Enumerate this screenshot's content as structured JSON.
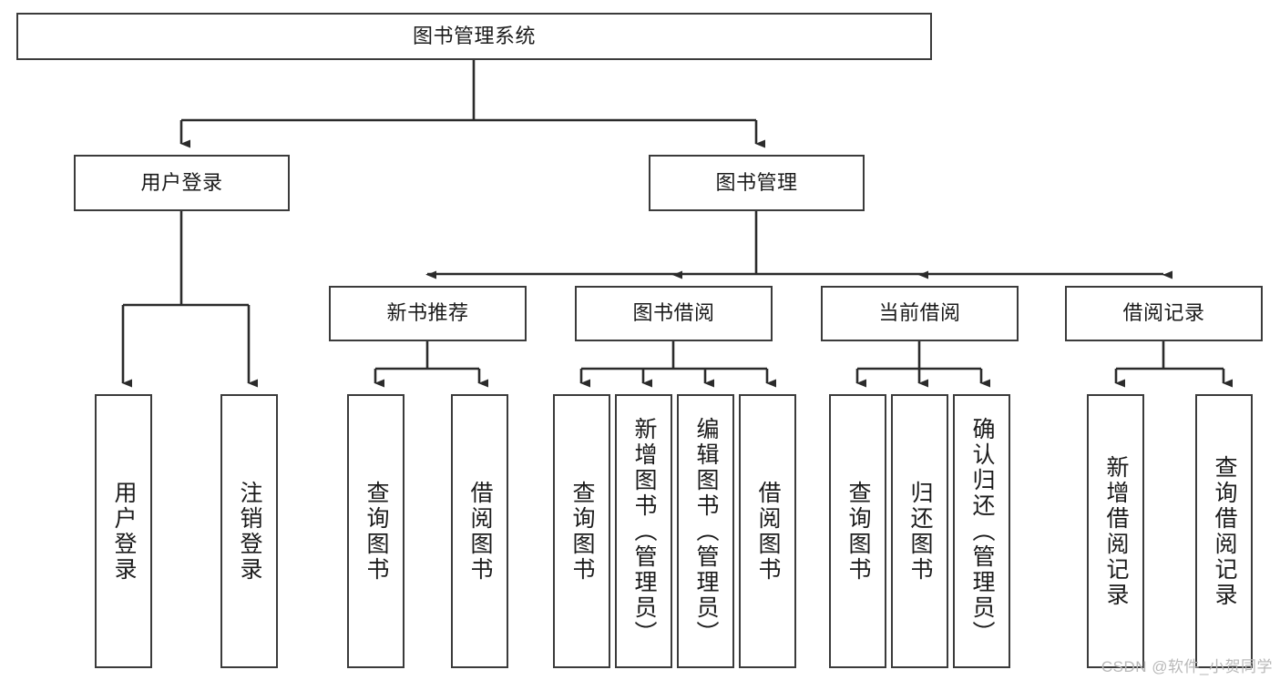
{
  "diagram": {
    "type": "tree",
    "title": "图书管理系统",
    "orientation": "top-down",
    "colors": {
      "box_border": "#3b3b3b",
      "box_fill": "#ffffff",
      "edge": "#2b2b2b",
      "text": "#1b1b1b",
      "watermark": "#b9b9b9"
    },
    "root": {
      "label": "图书管理系统"
    },
    "level2": [
      {
        "label": "用户登录"
      },
      {
        "label": "图书管理"
      }
    ],
    "level3": [
      {
        "label": "新书推荐"
      },
      {
        "label": "图书借阅"
      },
      {
        "label": "当前借阅"
      },
      {
        "label": "借阅记录"
      }
    ],
    "leaves": {
      "user_login": [
        {
          "label": "用户登录"
        },
        {
          "label": "注销登录"
        }
      ],
      "new_book_recommend": [
        {
          "label": "查询图书"
        },
        {
          "label": "借阅图书"
        }
      ],
      "book_borrow": [
        {
          "label": "查询图书"
        },
        {
          "label": "新增图书（管理员）"
        },
        {
          "label": "编辑图书（管理员）"
        },
        {
          "label": "借阅图书"
        }
      ],
      "current_borrow": [
        {
          "label": "查询图书"
        },
        {
          "label": "归还图书"
        },
        {
          "label": "确认归还（管理员）"
        }
      ],
      "borrow_record": [
        {
          "label": "新增借阅记录"
        },
        {
          "label": "查询借阅记录"
        }
      ]
    }
  },
  "watermark": {
    "text": "CSDN @软件_小贺同学"
  }
}
